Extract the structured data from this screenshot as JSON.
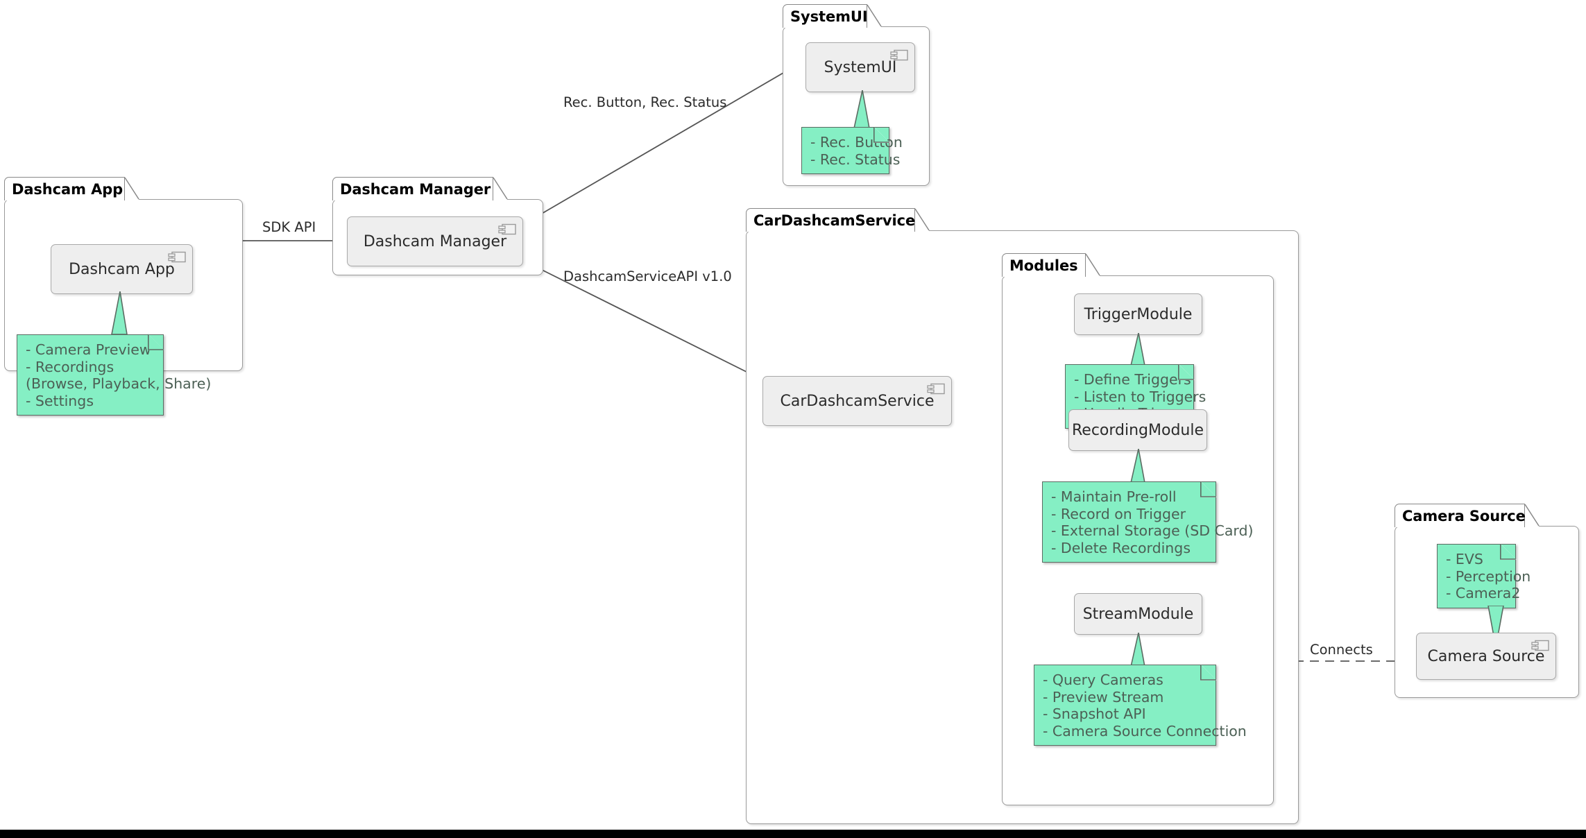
{
  "diagram": {
    "type": "uml-component-diagram",
    "colors": {
      "note_fill": "#85EFC4",
      "note_border": "#5B6B62",
      "note_text": "#4C6055",
      "component_fill": "#EEEEEE",
      "component_border": "#A8A8A8",
      "package_border": "#9A9A9A",
      "line": "#555555",
      "text": "#2B2B2B"
    }
  },
  "packages": [
    {
      "id": "dashcam-app",
      "title": "Dashcam App",
      "component": {
        "label": "Dashcam App",
        "icon": "component-icon"
      },
      "note": {
        "lines": [
          "- Camera Preview",
          "- Recordings",
          "  (Browse, Playback, Share)",
          "- Settings"
        ]
      }
    },
    {
      "id": "dashcam-manager",
      "title": "Dashcam Manager",
      "component": {
        "label": "Dashcam Manager",
        "icon": "component-icon"
      }
    },
    {
      "id": "systemui",
      "title": "SystemUI",
      "component": {
        "label": "SystemUI",
        "icon": "component-icon"
      },
      "note": {
        "lines": [
          "- Rec. Button",
          "- Rec. Status"
        ]
      }
    },
    {
      "id": "cardashcamservice",
      "title": "CarDashcamService",
      "component": {
        "label": "CarDashcamService",
        "icon": "component-icon"
      }
    },
    {
      "id": "modules",
      "title": "Modules",
      "components": [
        {
          "id": "trigger-module",
          "label": "TriggerModule",
          "note": {
            "lines": [
              "- Define Triggers",
              "- Listen to Triggers",
              "- Handle Triggers"
            ]
          }
        },
        {
          "id": "recording-module",
          "label": "RecordingModule",
          "note": {
            "lines": [
              "- Maintain Pre-roll",
              "- Record on Trigger",
              "- External Storage (SD Card)",
              "- Delete Recordings"
            ]
          }
        },
        {
          "id": "stream-module",
          "label": "StreamModule",
          "note": {
            "lines": [
              "- Query Cameras",
              "- Preview Stream",
              "- Snapshot API",
              "- Camera Source Connection"
            ],
            "bold_lines": [
              "- Camera Source Connection"
            ]
          }
        }
      ]
    },
    {
      "id": "camera-source",
      "title": "Camera Source",
      "component": {
        "label": "Camera Source",
        "icon": "component-icon"
      },
      "note": {
        "lines": [
          "- EVS",
          "- Perception",
          "- Camera2"
        ]
      }
    }
  ],
  "edges": [
    {
      "id": "app-to-manager",
      "from": "Dashcam App",
      "to": "Dashcam Manager",
      "label": "SDK API",
      "style": "solid-arrow"
    },
    {
      "id": "manager-to-systemui",
      "from": "Dashcam Manager",
      "to": "SystemUI",
      "label": "Rec. Button, Rec. Status",
      "style": "solid-arrow"
    },
    {
      "id": "manager-to-service",
      "from": "Dashcam Manager",
      "to": "CarDashcamService",
      "label": "DashcamServiceAPI v1.0",
      "style": "solid-arrow"
    },
    {
      "id": "service-to-trigger",
      "from": "CarDashcamService",
      "to": "TriggerModule",
      "label": "",
      "style": "solid-arrow"
    },
    {
      "id": "service-to-recording",
      "from": "CarDashcamService",
      "to": "RecordingModule",
      "label": "",
      "style": "solid-arrow"
    },
    {
      "id": "service-to-stream",
      "from": "CarDashcamService",
      "to": "StreamModule",
      "label": "",
      "style": "solid-arrow-curved"
    },
    {
      "id": "stream-to-camera",
      "from": "StreamModule",
      "to": "Camera Source",
      "label": "Connects",
      "style": "dashed"
    }
  ]
}
